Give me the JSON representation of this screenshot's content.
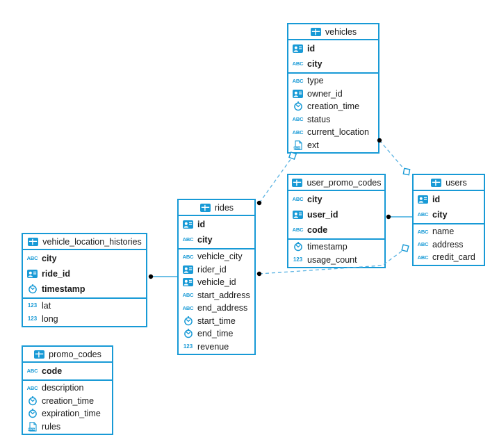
{
  "diagram": {
    "type": "entity-relationship-diagram",
    "accent_color": "#189ad6",
    "dashed_line_color": "#58b2e2",
    "text_color": "#1a1a1a",
    "tables": [
      {
        "name": "vehicles",
        "columns": [
          {
            "name": "id",
            "icon": "id-card-icon",
            "pk": true
          },
          {
            "name": "city",
            "icon": "abc-icon",
            "pk": true
          },
          {
            "name": "type",
            "icon": "abc-icon",
            "pk": false
          },
          {
            "name": "owner_id",
            "icon": "id-card-icon",
            "pk": false
          },
          {
            "name": "creation_time",
            "icon": "clock-icon",
            "pk": false
          },
          {
            "name": "status",
            "icon": "abc-icon",
            "pk": false
          },
          {
            "name": "current_location",
            "icon": "abc-icon",
            "pk": false
          },
          {
            "name": "ext",
            "icon": "json-icon",
            "pk": false
          }
        ]
      },
      {
        "name": "user_promo_codes",
        "columns": [
          {
            "name": "city",
            "icon": "abc-icon",
            "pk": true
          },
          {
            "name": "user_id",
            "icon": "id-card-icon",
            "pk": true
          },
          {
            "name": "code",
            "icon": "abc-icon",
            "pk": true
          },
          {
            "name": "timestamp",
            "icon": "clock-icon",
            "pk": false
          },
          {
            "name": "usage_count",
            "icon": "number-icon",
            "pk": false
          }
        ]
      },
      {
        "name": "users",
        "columns": [
          {
            "name": "id",
            "icon": "id-card-icon",
            "pk": true
          },
          {
            "name": "city",
            "icon": "abc-icon",
            "pk": true
          },
          {
            "name": "name",
            "icon": "abc-icon",
            "pk": false
          },
          {
            "name": "address",
            "icon": "abc-icon",
            "pk": false
          },
          {
            "name": "credit_card",
            "icon": "abc-icon",
            "pk": false
          }
        ]
      },
      {
        "name": "rides",
        "columns": [
          {
            "name": "id",
            "icon": "id-card-icon",
            "pk": true
          },
          {
            "name": "city",
            "icon": "abc-icon",
            "pk": true
          },
          {
            "name": "vehicle_city",
            "icon": "abc-icon",
            "pk": false
          },
          {
            "name": "rider_id",
            "icon": "id-card-icon",
            "pk": false
          },
          {
            "name": "vehicle_id",
            "icon": "id-card-icon",
            "pk": false
          },
          {
            "name": "start_address",
            "icon": "abc-icon",
            "pk": false
          },
          {
            "name": "end_address",
            "icon": "abc-icon",
            "pk": false
          },
          {
            "name": "start_time",
            "icon": "clock-icon",
            "pk": false
          },
          {
            "name": "end_time",
            "icon": "clock-icon",
            "pk": false
          },
          {
            "name": "revenue",
            "icon": "number-icon",
            "pk": false
          }
        ]
      },
      {
        "name": "vehicle_location_histories",
        "columns": [
          {
            "name": "city",
            "icon": "abc-icon",
            "pk": true
          },
          {
            "name": "ride_id",
            "icon": "id-card-icon",
            "pk": true
          },
          {
            "name": "timestamp",
            "icon": "clock-icon",
            "pk": true
          },
          {
            "name": "lat",
            "icon": "number-icon",
            "pk": false
          },
          {
            "name": "long",
            "icon": "number-icon",
            "pk": false
          }
        ]
      },
      {
        "name": "promo_codes",
        "columns": [
          {
            "name": "code",
            "icon": "abc-icon",
            "pk": true
          },
          {
            "name": "description",
            "icon": "abc-icon",
            "pk": false
          },
          {
            "name": "creation_time",
            "icon": "clock-icon",
            "pk": false
          },
          {
            "name": "expiration_time",
            "icon": "clock-icon",
            "pk": false
          },
          {
            "name": "rules",
            "icon": "json-icon",
            "pk": false
          }
        ]
      }
    ],
    "relationships": [
      {
        "from_table": "vehicle_location_histories",
        "to_table": "rides",
        "style": "solid"
      },
      {
        "from_table": "user_promo_codes",
        "to_table": "users",
        "style": "solid"
      },
      {
        "from_table": "rides",
        "to_table": "vehicles",
        "style": "dashed"
      },
      {
        "from_table": "vehicles",
        "to_table": "users",
        "style": "dashed"
      },
      {
        "from_table": "rides",
        "to_table": "users",
        "style": "dashed"
      }
    ]
  }
}
